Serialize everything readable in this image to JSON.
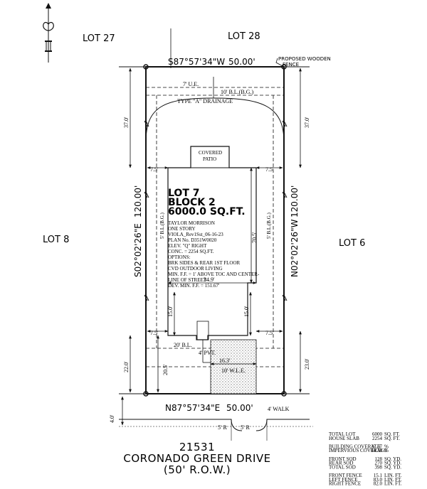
{
  "adjacent_lots": {
    "top_left": "LOT 27",
    "top_right": "LOT 28",
    "left": "LOT 8",
    "right": "LOT 6"
  },
  "boundaries": {
    "north": "S87°57'34\"W",
    "north_dist": "50.00'",
    "south": "N87°57'34\"E",
    "south_dist": "50.00'",
    "west": "S02°02'26\"E",
    "west_dist": "120.00'",
    "east": "N02°02'26\"W",
    "east_dist": "120.00'"
  },
  "notes": {
    "fence": [
      "PROPOSED WOODEN",
      "FENCE"
    ],
    "ue": "7' U.E.",
    "rear_bl": "10' B.L.(B.G.)",
    "drainage": "TYPE \"A\" DRAINAGE",
    "side_bl": "5' B.L.(B.G.)",
    "front_bl": "20' B.L.",
    "wle": "10' W.L.E.",
    "pvt": "4' PVT.",
    "walk": "4' WALK",
    "radius_left": "5' R",
    "radius_right": "5' R"
  },
  "dims": {
    "rear_left": "37.0'",
    "rear_right": "37.0'",
    "side_left_top": "7.5'",
    "side_right_top": "7.5'",
    "side_left_bottom": "7.5'",
    "side_right_bottom": "7.5'",
    "depth": "70.5'",
    "width": "34.9'",
    "garage_left": "15.0'",
    "garage_right": "15.0'",
    "front_left_outer": "22.0'",
    "front_left_inner": "20.5'",
    "front_right": "23.0'",
    "drive_width": "16.3'",
    "street_offset": "4.0'"
  },
  "patio": [
    "COVERED",
    "PATIO"
  ],
  "lot_title": [
    "LOT 7",
    "BLOCK 2",
    "6000.0 SQ.FT."
  ],
  "house_info": [
    "TAYLOR MORRISON",
    "ONE STORY",
    "VIOLA_Rev1Sst_06-16-23",
    "PLAN No. D351W0020",
    "ELEV. \"Q\" RIGHT",
    "CONC. = 2254 SQ.FT.",
    "OPTIONS:",
    "BRK SIDES & REAR 1ST FLOOR",
    "CVD OUTDOOR LIVING",
    "MIN. F.F. = 1' ABOVE TOC AND CENTER-",
    "LINE OF STREET",
    "DEV. MIN. F.F. = 151.67'"
  ],
  "address": {
    "number": "21531",
    "street": "CORONADO GREEN DRIVE",
    "row": "(50' R.O.W.)"
  },
  "summary": [
    {
      "label": "TOTAL LOT",
      "value": "6000",
      "unit": "SQ. FT."
    },
    {
      "label": "HOUSE SLAB",
      "value": "2254",
      "unit": "SQ. FT."
    },
    {
      "label": "",
      "value": "",
      "unit": ""
    },
    {
      "label": "BUILDING COVERAGE",
      "value": "37.57",
      "unit": "%"
    },
    {
      "label": "IMPERVIOUS COVERAGE",
      "value": "44.38",
      "unit": "%"
    },
    {
      "label": "",
      "value": "",
      "unit": ""
    },
    {
      "label": "FRONT SOD",
      "value": "128",
      "unit": "SQ. YD."
    },
    {
      "label": "REAR SOD",
      "value": "270",
      "unit": "SQ. YD."
    },
    {
      "label": "TOTAL SOD",
      "value": "398",
      "unit": "SQ. YD."
    },
    {
      "label": "",
      "value": "",
      "unit": ""
    },
    {
      "label": "FRONT FENCE",
      "value": "15.1",
      "unit": "LIN. FT."
    },
    {
      "label": "LEFT FENCE",
      "value": "83.0",
      "unit": "LIN. FT."
    },
    {
      "label": "RIGHT FENCE",
      "value": "82.0",
      "unit": "LIN. FT."
    }
  ]
}
